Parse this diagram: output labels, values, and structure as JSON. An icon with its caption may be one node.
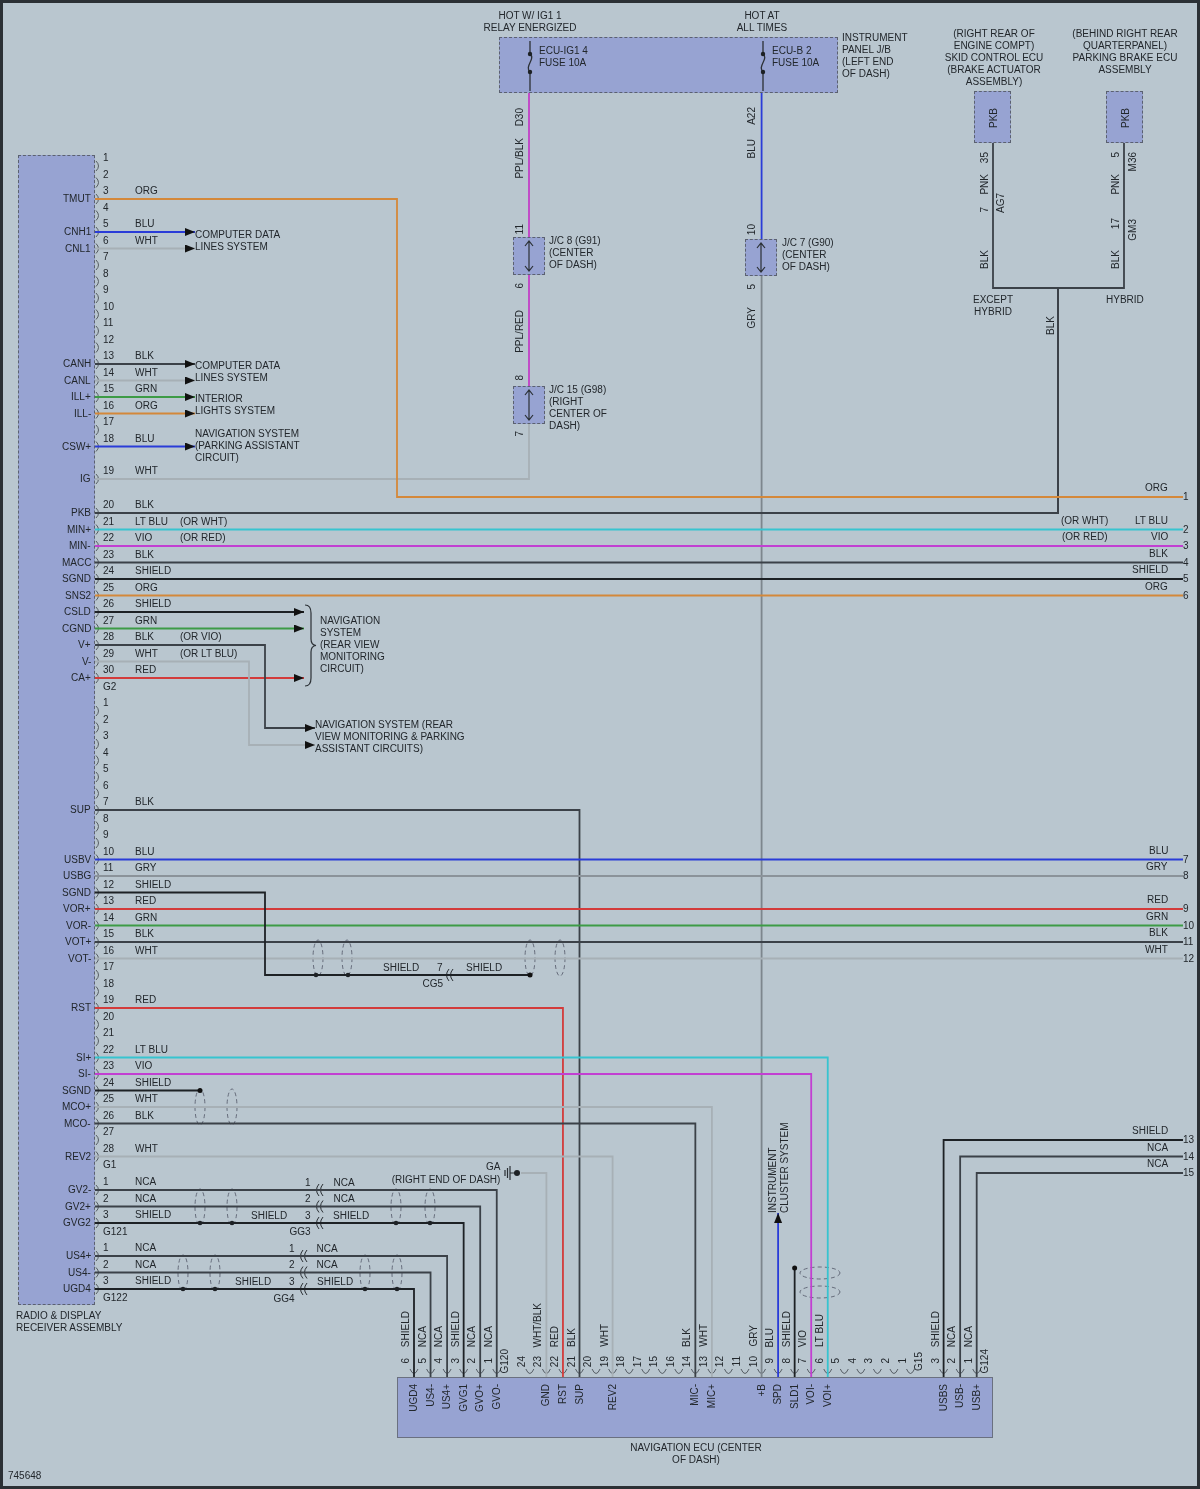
{
  "diagram": {
    "nodes": [
      {
        "text": [
          "INSTRUMENT PANEL J/B (LEFT END OF DASH)"
        ]
      },
      {
        "text": [
          "ECU-IG1 4 FUSE 10A"
        ],
        "in": 0,
        "beside": [
          "HOT W/ IG1 1 RELAY ENERGIZED"
        ]
      },
      {
        "text": [
          "ECU-B 2 FUSE 10A"
        ],
        "in": 0,
        "beside": [
          "HOT AT ALL TIMES"
        ]
      },
      {
        "text": [
          "J/C 8 (G91) (CENTER OF DASH)"
        ]
      },
      {
        "text": [
          "J/C 15 (G98) (RIGHT CENTER OF DASH)"
        ]
      },
      {
        "text": [
          "J/C 7 (G90) (CENTER OF DASH)"
        ]
      },
      {
        "text": [
          "(RIGHT REAR OF ENGINE COMPT) SKID CONTROL ECU (BRAKE ACTUATOR ASSEMBLY)",
          "PKB"
        ]
      },
      {
        "text": [
          "(BEHIND RIGHT REAR QUARTERPANEL) PARKING BRAKE ECU ASSEMBLY",
          "PKB"
        ]
      },
      {
        "text": [
          "RADIO & DISPLAY RECEIVER ASSEMBLY"
        ]
      },
      {
        "text": [
          "NAVIGATION ECU (CENTER OF DASH)"
        ]
      },
      {
        "text": [
          "COMPUTER DATA LINES SYSTEM"
        ]
      },
      {
        "text": [
          "COMPUTER DATA LINES SYSTEM"
        ]
      },
      {
        "text": [
          "INTERIOR LIGHTS SYSTEM"
        ]
      },
      {
        "text": [
          "NAVIGATION SYSTEM (PARKING ASSISTANT CIRCUIT)"
        ]
      },
      {
        "text": [
          "NAVIGATION SYSTEM (REAR VIEW MONITORING CIRCUIT)"
        ]
      },
      {
        "text": [
          "NAVIGATION SYSTEM (REAR VIEW MONITORING & PARKING ASSISTANT CIRCUITS)"
        ]
      },
      {
        "text": [
          "INSTRUMENT CLUSTER SYSTEM"
        ]
      },
      {
        "text": [
          "GA"
        ],
        "beside": [
          "(RIGHT END OF DASH)"
        ]
      },
      {
        "text": [
          "1"
        ]
      },
      {
        "text": [
          "2"
        ]
      },
      {
        "text": [
          "3"
        ]
      },
      {
        "text": [
          "4"
        ]
      },
      {
        "text": [
          "5"
        ]
      },
      {
        "text": [
          "6"
        ]
      },
      {
        "text": [
          "7"
        ]
      },
      {
        "text": [
          "8"
        ]
      },
      {
        "text": [
          "9"
        ]
      },
      {
        "text": [
          "10"
        ]
      },
      {
        "text": [
          "11"
        ]
      },
      {
        "text": [
          "12"
        ]
      },
      {
        "text": [
          "13"
        ]
      },
      {
        "text": [
          "14"
        ]
      },
      {
        "text": [
          "15"
        ]
      }
    ],
    "edges": [
      {
        "from": 1,
        "to": 3,
        "arrow": "none",
        "color": "#c23fc7"
      },
      {
        "from": 3,
        "to": 4,
        "arrow": "none",
        "color": "#c23fc7"
      },
      {
        "from": 4,
        "to": 8,
        "arrow": "none",
        "color": "#a7b0b6"
      },
      {
        "from": 2,
        "to": 5,
        "arrow": "none",
        "color": "#2a3cd8"
      },
      {
        "from": 5,
        "to": 9,
        "arrow": "none",
        "color": "#7d868d"
      },
      {
        "from": 6,
        "to": 8,
        "arrow": "none"
      },
      {
        "from": 7,
        "to": 8,
        "arrow": "none"
      },
      {
        "from": 8,
        "to": 18,
        "arrow": "none",
        "color": "#d4883a"
      },
      {
        "from": 8,
        "to": 10,
        "arrow": "to",
        "color": "#2a3cd8"
      },
      {
        "from": 8,
        "to": 10,
        "arrow": "to",
        "color": "#a7b0b6"
      },
      {
        "from": 8,
        "to": 11,
        "arrow": "to"
      },
      {
        "from": 8,
        "to": 11,
        "arrow": "to",
        "color": "#a7b0b6"
      },
      {
        "from": 8,
        "to": 12,
        "arrow": "to",
        "color": "#3d9b46"
      },
      {
        "from": 8,
        "to": 12,
        "arrow": "to",
        "color": "#d4883a"
      },
      {
        "from": 8,
        "to": 13,
        "arrow": "to",
        "color": "#2a3cd8"
      },
      {
        "from": 8,
        "to": 19,
        "arrow": "none",
        "color": "#37c4d0"
      },
      {
        "from": 8,
        "to": 20,
        "arrow": "none",
        "color": "#c23fd2"
      },
      {
        "from": 8,
        "to": 21,
        "arrow": "none"
      },
      {
        "from": 8,
        "to": 22,
        "arrow": "none",
        "color": "#1d2125"
      },
      {
        "from": 8,
        "to": 23,
        "arrow": "none",
        "color": "#d4883a"
      },
      {
        "from": 8,
        "to": 14,
        "arrow": "to",
        "color": "#1d2125"
      },
      {
        "from": 8,
        "to": 14,
        "arrow": "to",
        "color": "#3d9b46"
      },
      {
        "from": 8,
        "to": 14,
        "arrow": "to",
        "color": "#d33b3b"
      },
      {
        "from": 8,
        "to": 15,
        "arrow": "to"
      },
      {
        "from": 8,
        "to": 15,
        "arrow": "to",
        "color": "#a7b0b6"
      },
      {
        "from": 8,
        "to": 9,
        "arrow": "none"
      },
      {
        "from": 8,
        "to": 24,
        "arrow": "none",
        "color": "#2a3cd8"
      },
      {
        "from": 8,
        "to": 25,
        "arrow": "none",
        "color": "#8b939a"
      },
      {
        "from": 8,
        "to": 26,
        "arrow": "none",
        "color": "#d33b3b"
      },
      {
        "from": 8,
        "to": 27,
        "arrow": "none",
        "color": "#3d9b46"
      },
      {
        "from": 8,
        "to": 28,
        "arrow": "none"
      },
      {
        "from": 8,
        "to": 29,
        "arrow": "none",
        "color": "#a7b0b6"
      },
      {
        "from": 8,
        "to": null,
        "arrow": "other",
        "color": "#1d2125"
      },
      {
        "from": 8,
        "to": 9,
        "arrow": "none",
        "color": "#d33b3b"
      },
      {
        "from": 8,
        "to": 9,
        "arrow": "none",
        "color": "#37c4d0"
      },
      {
        "from": 8,
        "to": 9,
        "arrow": "none",
        "color": "#c23fd2"
      },
      {
        "from": 8,
        "to": null,
        "arrow": "other",
        "color": "#1d2125"
      },
      {
        "from": 8,
        "to": 9,
        "arrow": "none",
        "color": "#a7b0b6"
      },
      {
        "from": 8,
        "to": 9,
        "arrow": "none"
      },
      {
        "from": 8,
        "to": 9,
        "arrow": "none",
        "color": "#a7b0b6"
      },
      {
        "from": 17,
        "to": 9,
        "arrow": "none",
        "color": "#a7b0b6"
      },
      {
        "from": 8,
        "to": 9,
        "arrow": "none"
      },
      {
        "from": 8,
        "to": 9,
        "arrow": "none"
      },
      {
        "from": 8,
        "to": 9,
        "arrow": "none",
        "color": "#1d2125"
      },
      {
        "from": 8,
        "to": 9,
        "arrow": "none"
      },
      {
        "from": 8,
        "to": 9,
        "arrow": "none"
      },
      {
        "from": 8,
        "to": 9,
        "arrow": "none",
        "color": "#1d2125"
      },
      {
        "from": 9,
        "to": 16,
        "arrow": "to",
        "color": "#2a3cd8"
      },
      {
        "from": 9,
        "to": null,
        "arrow": "other",
        "color": "#1d2125"
      },
      {
        "from": 9,
        "to": 30,
        "arrow": "none",
        "color": "#1d2125"
      },
      {
        "from": 9,
        "to": 31,
        "arrow": "none"
      },
      {
        "from": 9,
        "to": 32,
        "arrow": "none"
      }
    ],
    "labels": [
      "D30",
      "PPL/BLK",
      "11",
      "6",
      "PPL/RED",
      "8",
      "7",
      "A22",
      "BLU",
      "10",
      "5",
      "GRY",
      "35",
      "PNK",
      "7",
      "AG7",
      "BLK",
      "EXCEPT HYBRID",
      "5",
      "M36",
      "PNK",
      "17",
      "GM3",
      "BLK",
      "HYBRID",
      "BLK",
      "1",
      "2",
      "TMUT",
      "3",
      "ORG",
      "4",
      "CNH1",
      "5",
      "BLU",
      "CNL1",
      "6",
      "WHT",
      "7",
      "8",
      "9",
      "10",
      "11",
      "12",
      "CANH",
      "13",
      "BLK",
      "CANL",
      "14",
      "WHT",
      "ILL+",
      "15",
      "GRN",
      "ILL-",
      "16",
      "ORG",
      "17",
      "CSW+",
      "18",
      "BLU",
      "IG",
      "19",
      "WHT",
      "PKB",
      "20",
      "BLK",
      "MIN+",
      "21",
      "LT BLU",
      "(OR WHT)",
      "MIN-",
      "22",
      "VIO",
      "(OR RED)",
      "MACC",
      "23",
      "BLK",
      "SGND",
      "24",
      "SHIELD",
      "SNS2",
      "25",
      "ORG",
      "CSLD",
      "26",
      "SHIELD",
      "CGND",
      "27",
      "GRN",
      "V+",
      "28",
      "BLK",
      "(OR VIO)",
      "V-",
      "29",
      "WHT",
      "(OR LT BLU)",
      "CA+",
      "30",
      "RED",
      "G2",
      "1",
      "2",
      "3",
      "4",
      "5",
      "6",
      "SUP",
      "7",
      "BLK",
      "8",
      "9",
      "USBV",
      "10",
      "BLU",
      "USBG",
      "11",
      "GRY",
      "SGND",
      "12",
      "SHIELD",
      "VOR+",
      "13",
      "RED",
      "VOR-",
      "14",
      "GRN",
      "VOT+",
      "15",
      "BLK",
      "VOT-",
      "16",
      "WHT",
      "17",
      "18",
      "RST",
      "19",
      "RED",
      "20",
      "21",
      "SI+",
      "22",
      "LT BLU",
      "SI-",
      "23",
      "VIO",
      "SGND",
      "24",
      "SHIELD",
      "MCO+",
      "25",
      "WHT",
      "MCO-",
      "26",
      "BLK",
      "27",
      "REV2",
      "28",
      "WHT",
      "G1",
      "GV2-",
      "1",
      "NCA",
      "GV2+",
      "2",
      "NCA",
      "GVG2",
      "3",
      "SHIELD",
      "G121",
      "US4+",
      "1",
      "NCA",
      "US4-",
      "2",
      "NCA",
      "UGD4",
      "3",
      "SHIELD",
      "G122",
      "SHIELD",
      "7",
      "SHIELD",
      "CG5",
      "1",
      "NCA",
      "2",
      "NCA",
      "SHIELD",
      "3",
      "SHIELD",
      "GG3",
      "1",
      "NCA",
      "2",
      "NCA",
      "SHIELD",
      "3",
      "SHIELD",
      "GG4",
      "ORG",
      "(OR WHT)",
      "LT BLU",
      "(OR RED)",
      "VIO",
      "BLK",
      "SHIELD",
      "ORG",
      "BLU",
      "GRY",
      "RED",
      "GRN",
      "BLK",
      "WHT",
      "SHIELD",
      "NCA",
      "NCA",
      "SHIELD",
      "6",
      "UGD4",
      "NCA",
      "5",
      "US4-",
      "NCA",
      "4",
      "US4+",
      "SHIELD",
      "3",
      "GVG1",
      "NCA",
      "2",
      "GVO+",
      "NCA",
      "1",
      "GVO-",
      "G120",
      "24",
      "WHT/BLK",
      "23",
      "GND",
      "RED",
      "22",
      "RST",
      "BLK",
      "21",
      "SUP",
      "20",
      "WHT",
      "19",
      "REV2",
      "18",
      "17",
      "15",
      "16",
      "BLK",
      "14",
      "MIC-",
      "WHT",
      "13",
      "MIC+",
      "12",
      "11",
      "GRY",
      "10",
      "+B",
      "BLU",
      "9",
      "SPD",
      "SHIELD",
      "8",
      "SLD1",
      "VIO",
      "7",
      "VOI-",
      "LT BLU",
      "6",
      "VOI+",
      "5",
      "4",
      "3",
      "2",
      "1",
      "G15",
      "SHIELD",
      "3",
      "USBS",
      "NCA",
      "2",
      "USB-",
      "NCA",
      "1",
      "USB+",
      "G124",
      "745648"
    ]
  }
}
